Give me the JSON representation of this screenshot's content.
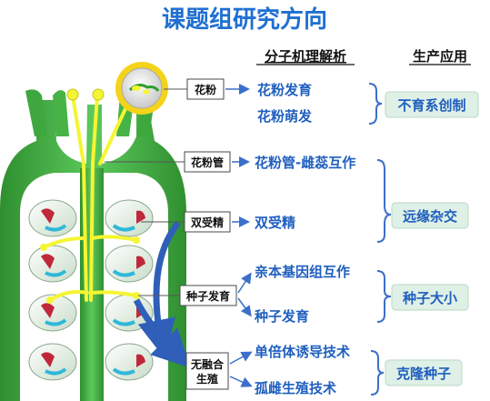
{
  "title": "课题组研究方向",
  "headers": {
    "mechanism": "分子机理解析",
    "application": "生产应用"
  },
  "stages": [
    {
      "label": "花粉"
    },
    {
      "label": "花粉管"
    },
    {
      "label": "双受精"
    },
    {
      "label": "种子发育"
    },
    {
      "label": "无融合生殖"
    }
  ],
  "mechanisms": [
    "花粉发育",
    "花粉萌发",
    "花粉管-雌蕊互作",
    "双受精",
    "亲本基因组互作",
    "种子发育",
    "单倍体诱导技术",
    "孤雌生殖技术"
  ],
  "applications": [
    "不育系创制",
    "远缘杂交",
    "种子大小",
    "克隆种子"
  ],
  "colors": {
    "title_blue": "#1f6fd1",
    "text_blue": "#1f5fbf",
    "stem_green": "#3ea83e",
    "pollen_tube_yellow": "#f5f532",
    "app_box_fill": "#dff0e6",
    "arrow_blue": "#3c6fc9"
  }
}
